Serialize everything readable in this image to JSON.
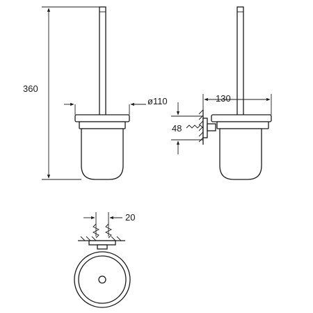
{
  "dimensions": {
    "height": "360",
    "bowl_diameter": "ø110",
    "projection": "130",
    "mount_height": "48",
    "screw_spacing": "20"
  }
}
